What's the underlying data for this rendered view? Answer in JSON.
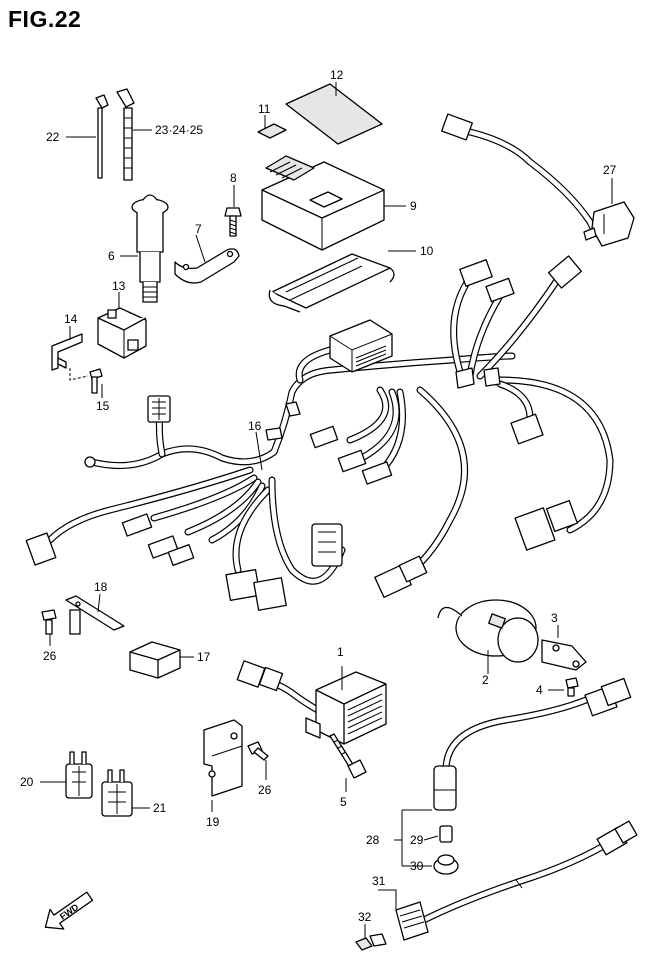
{
  "figure": {
    "title": "FIG.22"
  },
  "labels": {
    "p1": "1",
    "p2": "2",
    "p3": "3",
    "p4": "4",
    "p5": "5",
    "p6": "6",
    "p7": "7",
    "p8": "8",
    "p9": "9",
    "p10": "10",
    "p11": "11",
    "p12": "12",
    "p13": "13",
    "p14": "14",
    "p15": "15",
    "p16": "16",
    "p17": "17",
    "p18": "18",
    "p19": "19",
    "p20": "20",
    "p21": "21",
    "p22": "22",
    "p23": "23·24·25",
    "p26a": "26",
    "p26b": "26",
    "p27": "27",
    "p28": "28",
    "p29": "29",
    "p30": "30",
    "p31": "31",
    "p32": "32"
  },
  "fwd": "FWD"
}
